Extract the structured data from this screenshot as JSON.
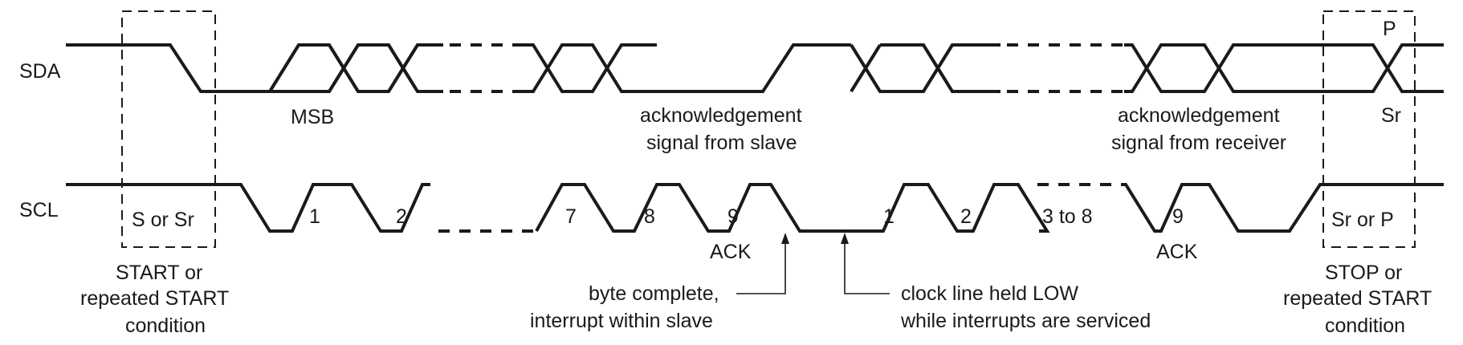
{
  "signals": {
    "sda": "SDA",
    "scl": "SCL"
  },
  "sda_labels": {
    "msb": "MSB",
    "ack_slave_1": "acknowledgement",
    "ack_slave_2": "signal from slave",
    "ack_receiver_1": "acknowledgement",
    "ack_receiver_2": "signal from receiver",
    "p": "P",
    "sr": "Sr"
  },
  "scl_pulses": {
    "b1": "1",
    "b2": "2",
    "b7": "7",
    "b8": "8",
    "b9": "9",
    "c1": "1",
    "c2": "2",
    "c3to8": "3 to 8",
    "c9": "9"
  },
  "boxes": {
    "start": "S or Sr",
    "stop": "Sr or P"
  },
  "ack": {
    "first": "ACK",
    "second": "ACK"
  },
  "conditions": {
    "start_1": "START or",
    "start_2": "repeated START",
    "start_3": "condition",
    "stop_1": "STOP or",
    "stop_2": "repeated START",
    "stop_3": "condition"
  },
  "annotations": {
    "byte_1": "byte complete,",
    "byte_2": "interrupt within slave",
    "clock_1": "clock line held LOW",
    "clock_2": "while interrupts are serviced"
  }
}
